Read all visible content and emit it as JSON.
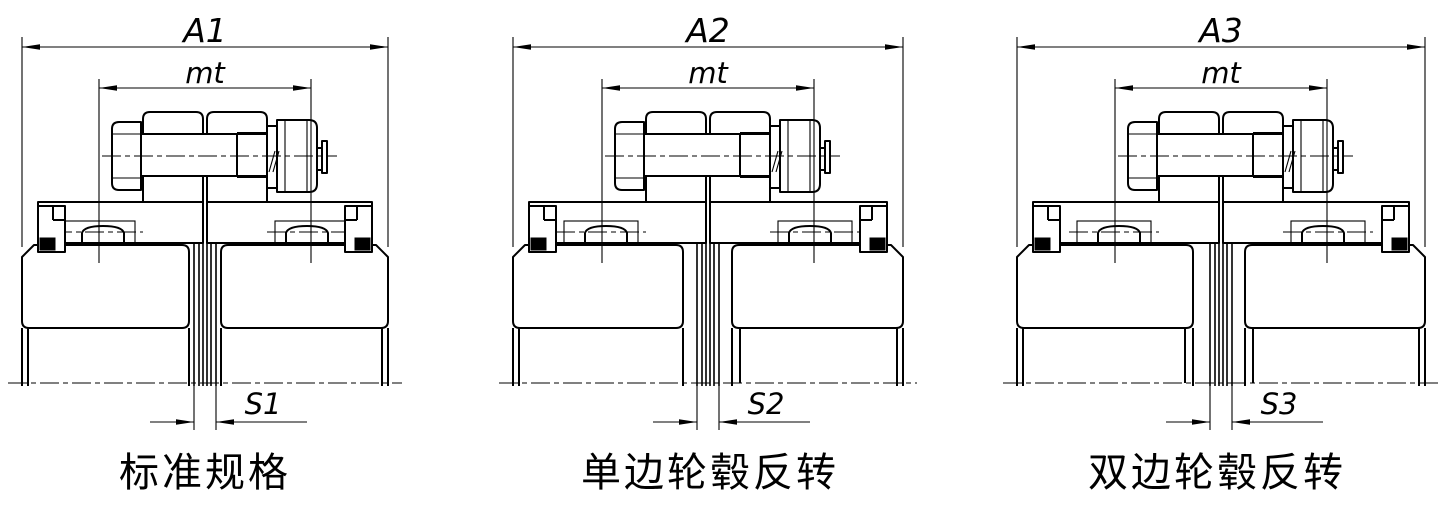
{
  "figure": {
    "description_colors": {
      "line": "#000000",
      "background": "#ffffff",
      "seal_fill": "#000000"
    }
  },
  "panels": [
    {
      "id": "standard",
      "outer_dim_label": "A1",
      "tooth_dim_label": "mt",
      "gap_dim_label": "S1",
      "caption": "标准规格"
    },
    {
      "id": "one-side-hub-reversed",
      "outer_dim_label": "A2",
      "tooth_dim_label": "mt",
      "gap_dim_label": "S2",
      "caption": "单边轮毂反转"
    },
    {
      "id": "both-sides-hub-reversed",
      "outer_dim_label": "A3",
      "tooth_dim_label": "mt",
      "gap_dim_label": "S3",
      "caption": "双边轮毂反转"
    }
  ]
}
